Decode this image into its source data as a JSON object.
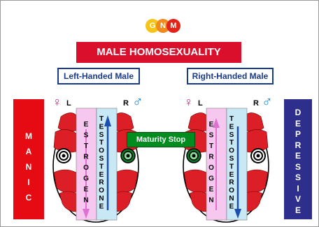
{
  "logo": {
    "letters": [
      "G",
      "N",
      "M"
    ],
    "colors": [
      "#f7c418",
      "#f08a1c",
      "#e2231a"
    ]
  },
  "title": "MALE HOMOSEXUALITY",
  "left": {
    "label": "Left-Handed Male",
    "female_marker": "L",
    "male_marker": "R",
    "estrogen": "ESTROGEN",
    "testosterone": "TESTOSTERONE"
  },
  "right": {
    "label": "Right-Handed Male",
    "female_marker": "L",
    "male_marker": "R",
    "estrogen": "ESTROGEN",
    "testosterone": "TESTOSTERONE"
  },
  "maturity_stop": "Maturity Stop",
  "manic": "MANIC",
  "depressive": "DEPRESSIVE",
  "colors": {
    "red": "#d90f2b",
    "blue": "#1a3a8c",
    "green": "#008c1e",
    "pink": "#f6c8ef",
    "lightblue": "#c9e8f6"
  }
}
